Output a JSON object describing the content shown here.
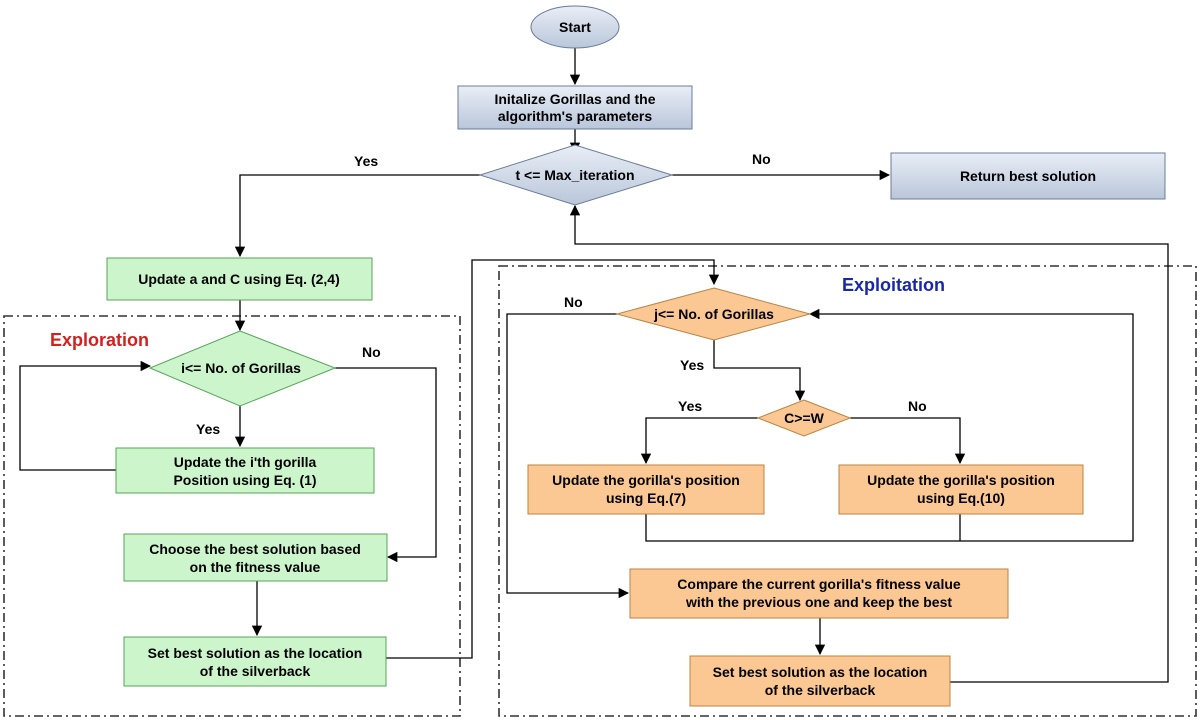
{
  "nodes": {
    "start": "Start",
    "init": [
      "Initalize Gorillas and the",
      "algorithm's parameters"
    ],
    "max_iter": "t <= Max_iteration",
    "return_best": "Return best solution",
    "update_ac": "Update a and C using Eq. (2,4)",
    "i_check": "i<= No. of Gorillas",
    "update_i": [
      "Update the i'th gorilla",
      "Position using Eq. (1)"
    ],
    "choose_best": [
      "Choose the best solution based",
      "on the fitness value"
    ],
    "set_best_left": [
      "Set best solution as the location",
      "of the silverback"
    ],
    "j_check": "j<= No. of Gorillas",
    "cw_check": "C>=W",
    "update_eq7": [
      "Update the gorilla's position",
      "using Eq.(7)"
    ],
    "update_eq10": [
      "Update the gorilla's position",
      "using Eq.(10)"
    ],
    "compare": [
      "Compare the current gorilla's fitness value",
      "with the previous one and keep the best"
    ],
    "set_best_right": [
      "Set best solution as the location",
      "of the silverback"
    ]
  },
  "sections": {
    "exploration": "Exploration",
    "exploitation": "Exploitation"
  },
  "edge_labels": {
    "max_yes": "Yes",
    "max_no": "No",
    "i_yes": "Yes",
    "i_no": "No",
    "j_yes": "Yes",
    "j_no": "No",
    "cw_yes": "Yes",
    "cw_no": "No"
  },
  "colors": {
    "exploration_label": "#d42020",
    "exploitation_label": "#1a28a8",
    "green_box": "#ccf5cc",
    "orange_box": "#fbc793",
    "blue_box": "#c9d3e3"
  }
}
